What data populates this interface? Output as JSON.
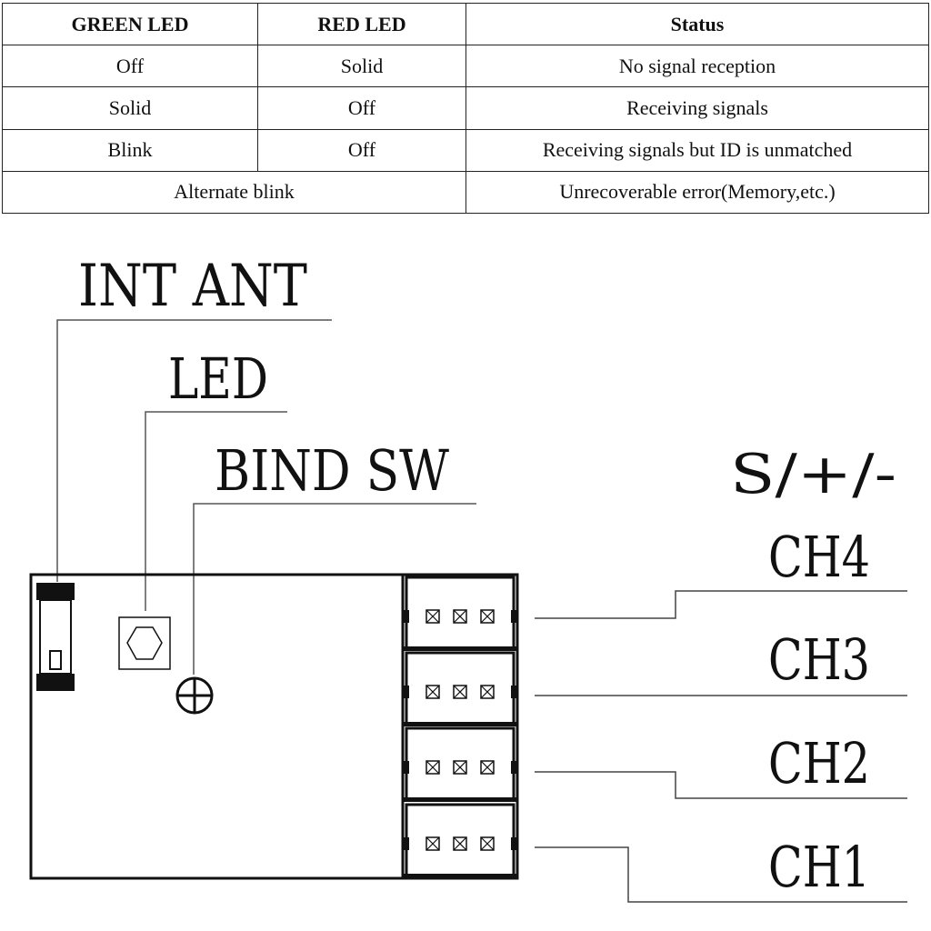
{
  "table": {
    "headers": [
      "GREEN LED",
      "RED LED",
      "Status"
    ],
    "rows": [
      [
        "Off",
        "Solid",
        "No signal reception"
      ],
      [
        "Solid",
        "Off",
        "Receiving signals"
      ],
      [
        "Blink",
        "Off",
        "Receiving signals but ID is unmatched"
      ]
    ],
    "last_row": {
      "combined": "Alternate blink",
      "status": "Unrecoverable error(Memory,etc.)"
    }
  },
  "diagram": {
    "labels": {
      "int_ant": "INT ANT",
      "led": "LED",
      "bind_sw": "BIND SW",
      "pin_order": "S/+/-",
      "ch4": "CH4",
      "ch3": "CH3",
      "ch2": "CH2",
      "ch1": "CH1"
    }
  }
}
